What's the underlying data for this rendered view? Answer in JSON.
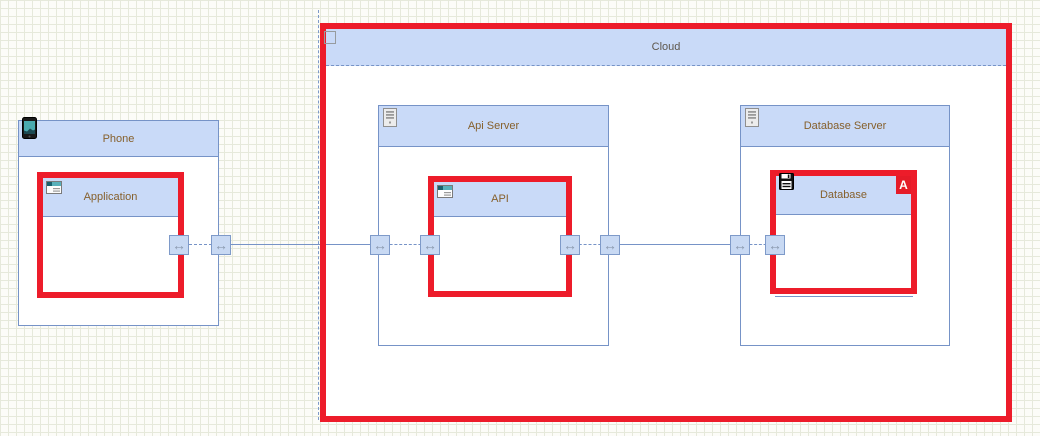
{
  "nodes": {
    "phone": {
      "label": "Phone",
      "icon": "smartphone-icon"
    },
    "application": {
      "label": "Application",
      "icon": "app-window-icon"
    },
    "cloud": {
      "label": "Cloud",
      "icon": "fold-tab-icon"
    },
    "api_server": {
      "label": "Api Server",
      "icon": "server-icon"
    },
    "api": {
      "label": "API",
      "icon": "app-window-icon"
    },
    "database_server": {
      "label": "Database Server",
      "icon": "server-icon"
    },
    "database": {
      "label": "Database",
      "icon": "floppy-disk-icon",
      "badge": "A"
    }
  },
  "port_glyph": "↔",
  "colors": {
    "highlight_red": "#ed1c2a",
    "header_fill": "#c9daf8",
    "shape_border": "#7693c7",
    "label_brown": "#86602c",
    "cloud_label": "#5e574d",
    "port_fill": "#c8d9f3",
    "grid_line": "#e6e9db",
    "canvas_bg": "#fcfcf8",
    "badge_bg": "#e51b28"
  }
}
